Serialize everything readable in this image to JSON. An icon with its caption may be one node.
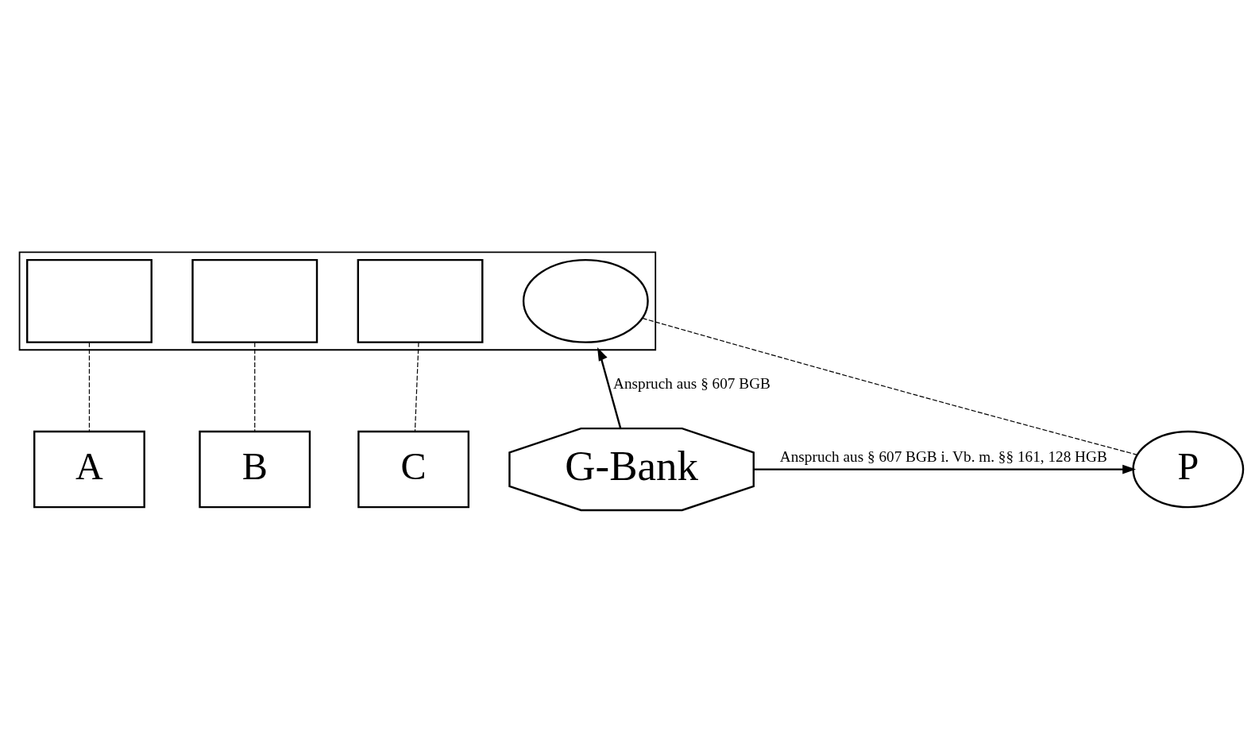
{
  "diagram": {
    "nodes": [
      {
        "text": [],
        "shape": "box"
      },
      {
        "text": [],
        "shape": "ellipse",
        "in": 0
      },
      {
        "text": [],
        "shape": "box",
        "in": 0
      },
      {
        "text": [],
        "shape": "box",
        "in": 0
      },
      {
        "text": [],
        "shape": "box",
        "in": 0
      },
      {
        "text": [
          "P"
        ]
      },
      {
        "text": [
          "G-Bank"
        ]
      },
      {
        "text": [
          "A"
        ]
      },
      {
        "text": [
          "B"
        ]
      },
      {
        "text": [
          "C"
        ]
      }
    ],
    "edges": [
      {
        "from": 6,
        "to": 0,
        "arrow": "to",
        "label": "Anspruch aus § 607 BGB"
      },
      {
        "from": 6,
        "to": 5,
        "arrow": "to",
        "label": "Anspruch aus § 607 BGB i. Vb. m. §§ 161, 128 HGB"
      },
      {
        "from": 1,
        "to": 5,
        "arrow": "none",
        "style": "dashed"
      },
      {
        "from": 2,
        "to": 7,
        "arrow": "none",
        "style": "dashed"
      },
      {
        "from": 3,
        "to": 8,
        "arrow": "none",
        "style": "dashed"
      },
      {
        "from": 4,
        "to": 9,
        "arrow": "none",
        "style": "dashed"
      }
    ]
  }
}
